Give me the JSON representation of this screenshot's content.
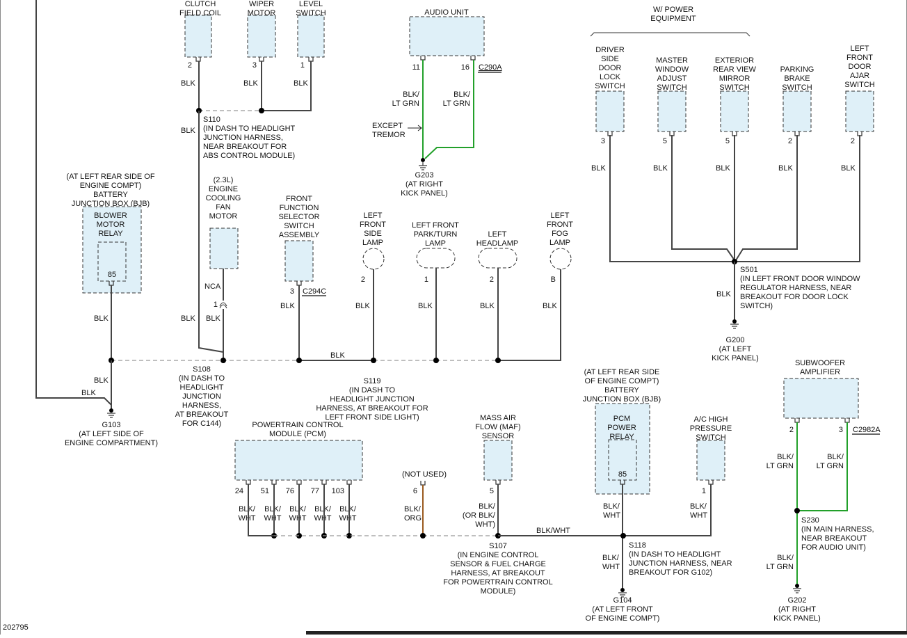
{
  "diagram_id": "202795",
  "top_labels": {
    "clutch": "CLUTCH\nFIELD COIL",
    "wiper": "WIPER\nMOTOR",
    "level": "LEVEL\nSWITCH"
  },
  "audio": {
    "name": "AUDIO UNIT",
    "pin_a": "11",
    "pin_b": "16",
    "conn": "C290A",
    "wire_a": "BLK/\nLT GRN",
    "wire_b": "BLK/\nLT GRN",
    "note": "EXCEPT\nTREMOR",
    "ground": "G203\n(AT RIGHT\nKICK PANEL)"
  },
  "power_eq": {
    "header": "W/ POWER\nEQUIPMENT",
    "switches": [
      {
        "name": "DRIVER\nSIDE\nDOOR\nLOCK\nSWITCH",
        "pin": "3",
        "wire": "BLK"
      },
      {
        "name": "MASTER\nWINDOW\nADJUST\nSWITCH",
        "pin": "5",
        "wire": "BLK"
      },
      {
        "name": "EXTERIOR\nREAR VIEW\nMIRROR\nSWITCH",
        "pin": "5",
        "wire": "BLK"
      },
      {
        "name": "PARKING\nBRAKE\nSWITCH",
        "pin": "2",
        "wire": "BLK"
      },
      {
        "name": "LEFT\nFRONT\nDOOR\nAJAR\nSWITCH",
        "pin": "2",
        "wire": "BLK"
      }
    ],
    "splice": "S501\n(IN LEFT FRONT DOOR WINDOW\nREGULATOR HARNESS, NEAR\nBREAKOUT FOR DOOR LOCK\nSWITCH)",
    "wire_down": "BLK",
    "ground": "G200\n(AT LEFT\nKICK PANEL)"
  },
  "s110": {
    "pins": [
      "2",
      "3",
      "1"
    ],
    "wires": [
      "BLK",
      "BLK",
      "BLK"
    ],
    "wire_down": "BLK",
    "label": "S110\n(IN DASH TO HEADLIGHT\nJUNCTION HARNESS,\nNEAR BREAKOUT FOR\nABS CONTROL MODULE)"
  },
  "bjb_top": {
    "loc": "(AT LEFT REAR SIDE OF\nENGINE COMPT)\nBATTERY\nJUNCTION BOX (BJB)",
    "relay": "BLOWER\nMOTOR\nRELAY",
    "pin": "85",
    "wire": "BLK"
  },
  "fan": {
    "name": "(2.3L)\nENGINE\nCOOLING\nFAN\nMOTOR",
    "pin_label": "NCA",
    "pin": "1",
    "wire": "BLK"
  },
  "selector": {
    "name": "FRONT\nFUNCTION\nSELECTOR\nSWITCH\nASSEMBLY",
    "pin": "3",
    "conn": "C294C",
    "wire": "BLK"
  },
  "side_lamp": {
    "name": "LEFT\nFRONT\nSIDE\nLAMP",
    "pin": "2",
    "wire": "BLK"
  },
  "park_lamp": {
    "name": "LEFT FRONT\nPARK/TURN\nLAMP",
    "pin": "1",
    "wire": "BLK"
  },
  "headlamp": {
    "name": "LEFT\nHEADLAMP",
    "pin": "2",
    "wire": "BLK"
  },
  "fog_lamp": {
    "name": "LEFT\nFRONT\nFOG\nLAMP",
    "pin": "B",
    "wire": "BLK"
  },
  "s108": {
    "left_wire": "BLK",
    "mid_wire": "BLK",
    "label": "S108\n(IN DASH TO\nHEADLIGHT\nJUNCTION\nHARNESS,\nAT BREAKOUT\nFOR C144)"
  },
  "s119": {
    "wire": "BLK",
    "label": "S119\n(IN DASH TO\nHEADLIGHT JUNCTION\nHARNESS, AT BREAKOUT FOR\nLEFT FRONT SIDE LIGHT)"
  },
  "g103": {
    "wire_a": "BLK",
    "wire_b": "BLK",
    "label": "G103\n(AT LEFT SIDE OF\nENGINE COMPARTMENT)"
  },
  "pcm": {
    "name": "POWERTRAIN CONTROL\nMODULE (PCM)",
    "pins": [
      "24",
      "51",
      "76",
      "77",
      "103"
    ],
    "wires": [
      "BLK/\nWHT",
      "BLK/\nWHT",
      "BLK/\nWHT",
      "BLK/\nWHT",
      "BLK/\nWHT"
    ]
  },
  "not_used": {
    "label": "(NOT USED)",
    "pin": "6",
    "wire": "BLK/\nORG"
  },
  "maf": {
    "name": "MASS AIR\nFLOW (MAF)\nSENSOR",
    "pin": "5",
    "wire": "BLK/\n(OR BLK/\nWHT)"
  },
  "s107": {
    "wire": "BLK/WHT",
    "label": "S107\n(IN ENGINE CONTROL\nSENSOR & FUEL CHARGE\nHARNESS, AT BREAKOUT\nFOR POWERTRAIN CONTROL\nMODULE)"
  },
  "bjb_bottom": {
    "loc": "(AT LEFT REAR SIDE\nOF ENGINE COMPT)\nBATTERY\nJUNCTION BOX (BJB)",
    "relay": "PCM\nPOWER\nRELAY",
    "pin": "85",
    "wire": "BLK/\nWHT"
  },
  "ac": {
    "name": "A/C HIGH\nPRESSURE\nSWITCH",
    "pin": "1",
    "wire": "BLK/\nWHT"
  },
  "s118": {
    "wire_down": "BLK/\nWHT",
    "label": "S118\n(IN DASH TO HEADLIGHT\nJUNCTION HARNESS, NEAR\nBREAKOUT FOR G102)",
    "ground": "G104\n(AT LEFT FRONT\nOF ENGINE COMPT)"
  },
  "sub": {
    "name": "SUBWOOFER\nAMPLIFIER",
    "pin_a": "2",
    "pin_b": "3",
    "conn": "C2982A",
    "wire_a": "BLK/\nLT GRN",
    "wire_b": "BLK/\nLT GRN"
  },
  "s230": {
    "label": "S230\n(IN MAIN HARNESS,\nNEAR BREAKOUT\nFOR AUDIO UNIT)",
    "wire_down": "BLK/\nLT GRN",
    "ground": "G202\n(AT RIGHT\nKICK PANEL)"
  },
  "colors": {
    "wire": "#444444",
    "green": "#22a02a",
    "orange": "#9a5a1e",
    "component_fill": "#dff0f8"
  }
}
